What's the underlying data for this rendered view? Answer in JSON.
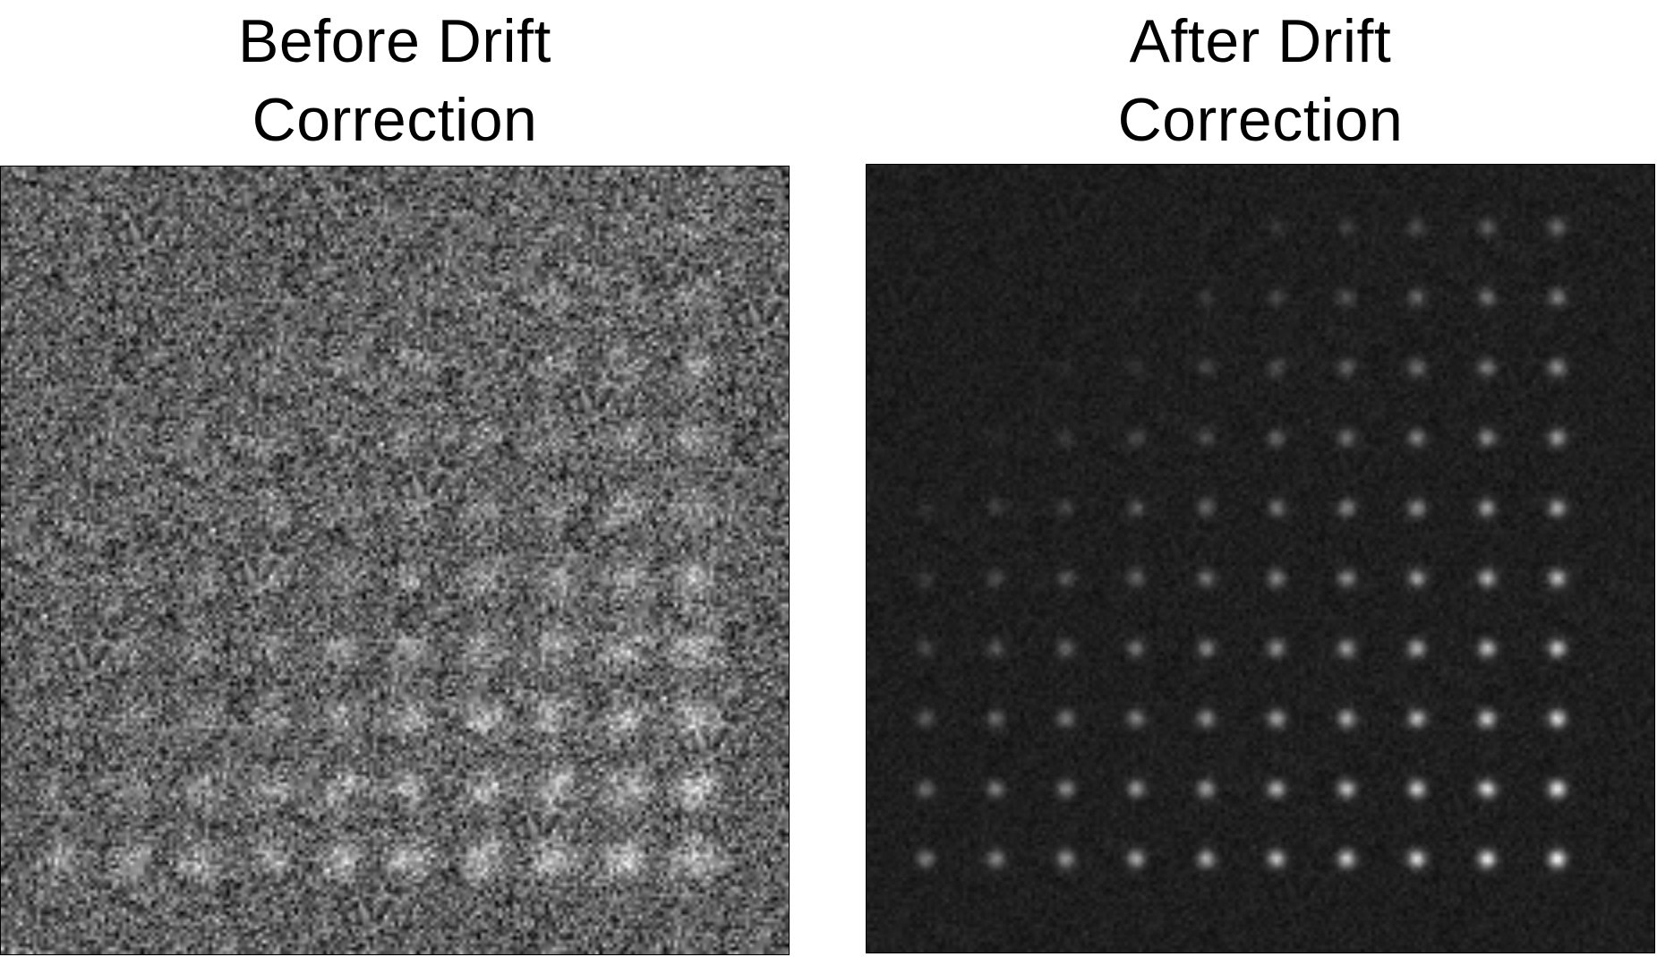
{
  "panels": [
    {
      "title_line1": "Before Drift",
      "title_line2": "Correction"
    },
    {
      "title_line1": "After Drift",
      "title_line2": "Correction"
    }
  ]
}
